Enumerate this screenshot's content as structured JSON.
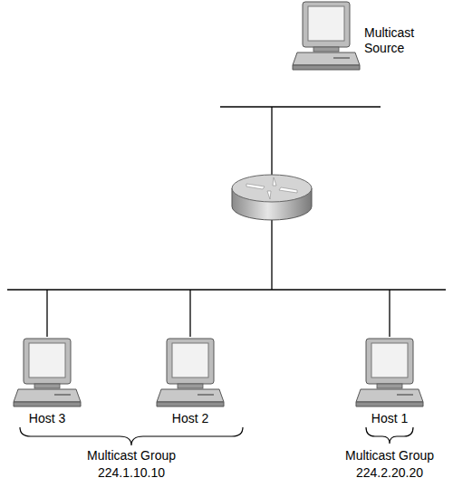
{
  "diagram": {
    "nodes": [
      {
        "text": [
          "Multicast Source"
        ]
      },
      {
        "text": [
          "Host 3"
        ]
      },
      {
        "text": [
          "Host 2"
        ]
      },
      {
        "text": [
          "Host 1"
        ]
      }
    ],
    "labels": [
      "Multicast Group 224.1.10.10",
      "Multicast Group 224.2.20.20"
    ]
  }
}
